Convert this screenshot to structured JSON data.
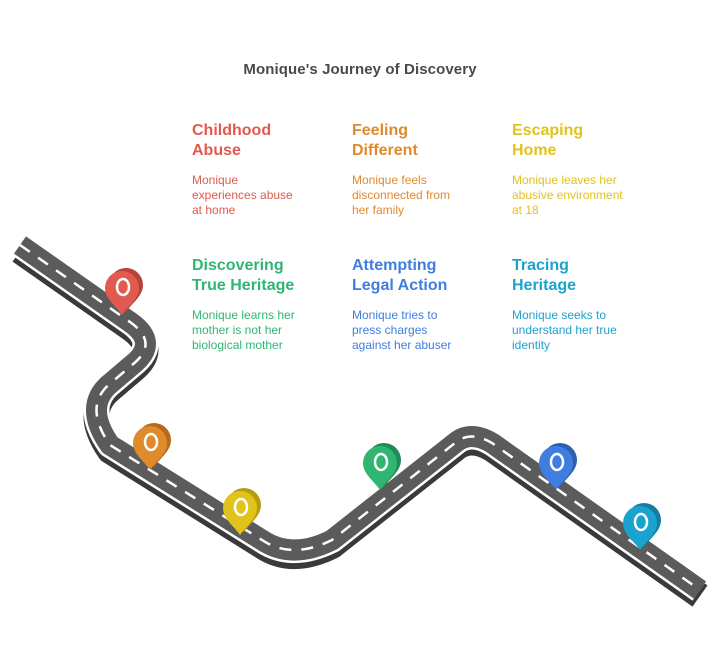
{
  "title": "Monique's Journey of Discovery",
  "colors": {
    "road": "#5b5b5b",
    "road_shadow": "#3a3a3a",
    "road_edge": "#ffffff",
    "dash": "#ffffff"
  },
  "steps": [
    {
      "title_lines": [
        "Childhood",
        "Abuse"
      ],
      "desc_lines": [
        "Monique",
        "experiences abuse",
        "at home"
      ],
      "color": "#e05a4f",
      "marker_dark": "#b8413a"
    },
    {
      "title_lines": [
        "Feeling",
        "Different"
      ],
      "desc_lines": [
        "Monique feels",
        "disconnected from",
        "her family"
      ],
      "color": "#e08a2e",
      "marker_dark": "#b86a1c"
    },
    {
      "title_lines": [
        "Escaping",
        "Home"
      ],
      "desc_lines": [
        "Monique leaves her",
        "abusive environment",
        "at 18"
      ],
      "color": "#e2c21c",
      "marker_dark": "#b89c10"
    },
    {
      "title_lines": [
        "Discovering",
        "True Heritage"
      ],
      "desc_lines": [
        "Monique learns her",
        "mother is not her",
        "biological mother"
      ],
      "color": "#2fb673",
      "marker_dark": "#218a55"
    },
    {
      "title_lines": [
        "Attempting",
        "Legal Action"
      ],
      "desc_lines": [
        "Monique tries to",
        "press charges",
        "against her abuser"
      ],
      "color": "#3f7ee0",
      "marker_dark": "#2d5fb0"
    },
    {
      "title_lines": [
        "Tracing",
        "Heritage"
      ],
      "desc_lines": [
        "Monique seeks to",
        "understand her true",
        "identity"
      ],
      "color": "#1ba3cf",
      "marker_dark": "#137ea1"
    }
  ]
}
